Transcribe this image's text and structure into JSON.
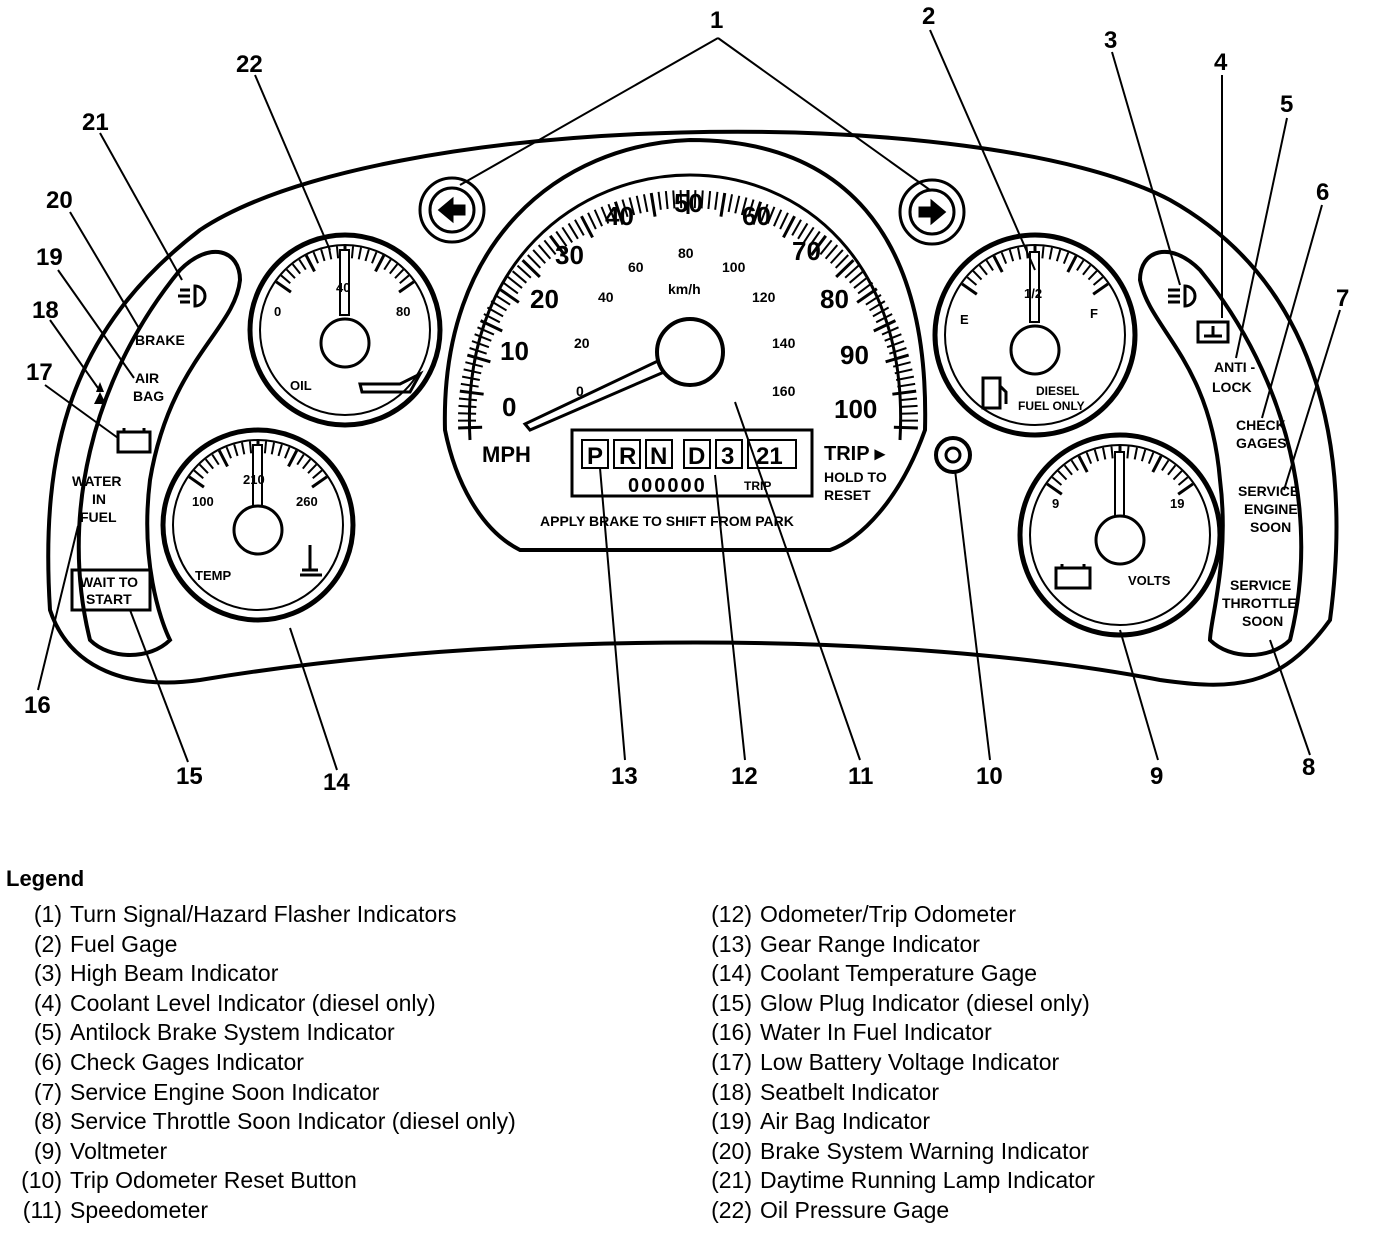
{
  "cluster": {
    "speedometer": {
      "mph_ticks": [
        "0",
        "10",
        "20",
        "30",
        "40",
        "50",
        "60",
        "70",
        "80",
        "90",
        "100"
      ],
      "kmh_ticks": [
        "0",
        "20",
        "40",
        "60",
        "80",
        "100",
        "120",
        "140",
        "160"
      ],
      "kmh_label": "km/h",
      "mph_label": "MPH"
    },
    "gear_display": {
      "letters": [
        "P",
        "R",
        "N",
        "D",
        "3",
        "21"
      ]
    },
    "odometer": {
      "digits": "000000",
      "trip_label": "TRIP"
    },
    "trip_button_text": {
      "line1": "TRIP ▸",
      "line2": "HOLD TO",
      "line3": "RESET"
    },
    "park_message": "APPLY BRAKE TO SHIFT FROM PARK",
    "oil_gauge": {
      "ticks": [
        "0",
        "40",
        "80"
      ],
      "label": "OIL"
    },
    "temp_gauge": {
      "ticks": [
        "100",
        "210",
        "260"
      ],
      "label": "TEMP"
    },
    "fuel_gauge": {
      "ticks": [
        "E",
        "1/2",
        "F"
      ],
      "label_line1": "DIESEL",
      "label_line2": "FUEL ONLY"
    },
    "volt_gauge": {
      "ticks": [
        "9",
        "",
        "19"
      ],
      "label": "VOLTS"
    },
    "indicators": {
      "brake": "BRAKE",
      "air_bag_1": "AIR",
      "air_bag_2": "BAG",
      "water_1": "WATER",
      "water_2": "IN",
      "water_3": "FUEL",
      "wait_1": "WAIT TO",
      "wait_2": "START",
      "anti_1": "ANTI -",
      "anti_2": "LOCK",
      "check_1": "CHECK",
      "check_2": "GAGES",
      "service_1": "SERVICE",
      "service_2": "ENGINE",
      "service_3": "SOON",
      "throttle_1": "SERVICE",
      "throttle_2": "THROTTLE",
      "throttle_3": "SOON"
    }
  },
  "callouts": [
    "1",
    "2",
    "3",
    "4",
    "5",
    "6",
    "7",
    "8",
    "9",
    "10",
    "11",
    "12",
    "13",
    "14",
    "15",
    "16",
    "17",
    "18",
    "19",
    "20",
    "21",
    "22"
  ],
  "legend": {
    "title": "Legend",
    "items": [
      {
        "num": "(1)",
        "text": "Turn Signal/Hazard Flasher Indicators"
      },
      {
        "num": "(2)",
        "text": "Fuel Gage"
      },
      {
        "num": "(3)",
        "text": "High Beam Indicator"
      },
      {
        "num": "(4)",
        "text": "Coolant Level Indicator (diesel only)"
      },
      {
        "num": "(5)",
        "text": "Antilock Brake System Indicator"
      },
      {
        "num": "(6)",
        "text": "Check Gages Indicator"
      },
      {
        "num": "(7)",
        "text": "Service Engine Soon Indicator"
      },
      {
        "num": "(8)",
        "text": "Service Throttle Soon Indicator (diesel only)"
      },
      {
        "num": "(9)",
        "text": "Voltmeter"
      },
      {
        "num": "(10)",
        "text": "Trip Odometer Reset Button"
      },
      {
        "num": "(11)",
        "text": "Speedometer"
      },
      {
        "num": "(12)",
        "text": "Odometer/Trip Odometer"
      },
      {
        "num": "(13)",
        "text": "Gear Range Indicator"
      },
      {
        "num": "(14)",
        "text": "Coolant Temperature Gage"
      },
      {
        "num": "(15)",
        "text": "Glow Plug Indicator (diesel only)"
      },
      {
        "num": "(16)",
        "text": "Water In Fuel Indicator"
      },
      {
        "num": "(17)",
        "text": "Low Battery Voltage Indicator"
      },
      {
        "num": "(18)",
        "text": "Seatbelt Indicator"
      },
      {
        "num": "(19)",
        "text": "Air Bag Indicator"
      },
      {
        "num": "(20)",
        "text": "Brake System Warning Indicator"
      },
      {
        "num": "(21)",
        "text": "Daytime Running Lamp Indicator"
      },
      {
        "num": "(22)",
        "text": "Oil Pressure Gage"
      }
    ]
  }
}
